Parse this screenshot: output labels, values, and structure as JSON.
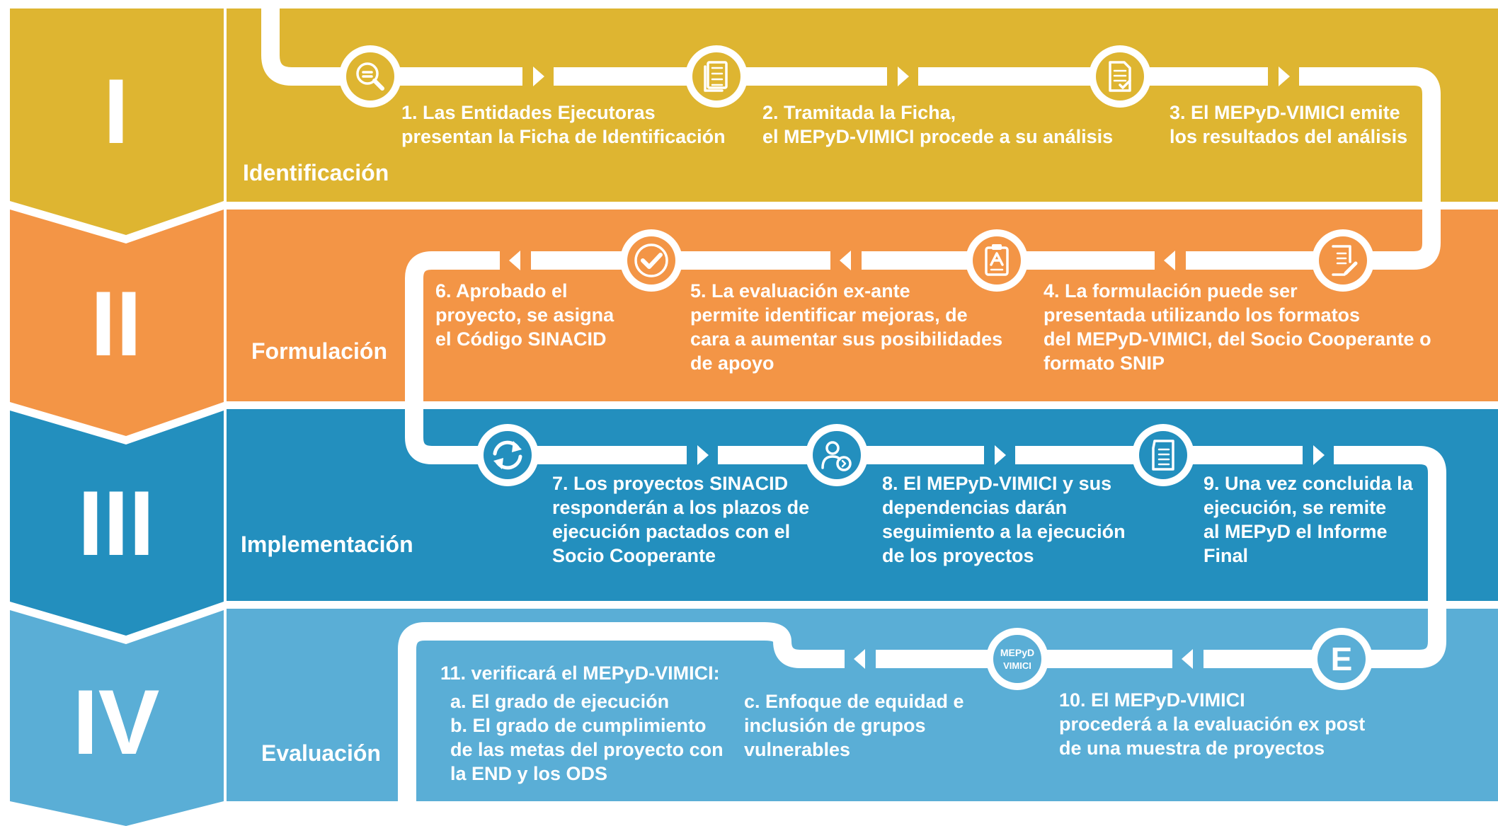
{
  "colors": {
    "identificacion": "#DEB531",
    "formulacion": "#F39546",
    "implementacion": "#238FBE",
    "evaluacion": "#5AAED6",
    "path": "#FFFFFF"
  },
  "stages": [
    {
      "numeral": "I",
      "label": "Identificación"
    },
    {
      "numeral": "II",
      "label": "Formulación"
    },
    {
      "numeral": "III",
      "label": "Implementación"
    },
    {
      "numeral": "IV",
      "label": "Evaluación"
    }
  ],
  "steps": [
    {
      "icon": "search-document-icon",
      "lines": [
        "1. Las Entidades Ejecutoras",
        "presentan la Ficha de Identificación"
      ]
    },
    {
      "icon": "document-stack-icon",
      "lines": [
        "2. Tramitada la Ficha,",
        "el MEPyD-VIMICI procede a su análisis"
      ]
    },
    {
      "icon": "document-check-icon",
      "lines": [
        "3. El MEPyD-VIMICI emite",
        "los resultados del análisis"
      ]
    },
    {
      "icon": "document-edit-icon",
      "lines": [
        "4. La formulación puede ser",
        "presentada utilizando los formatos",
        "del MEPyD-VIMICI, del Socio Cooperante o",
        "formato SNIP"
      ]
    },
    {
      "icon": "clipboard-grade-icon",
      "lines": [
        "5. La evaluación ex-ante",
        "permite identificar mejoras, de",
        "cara a aumentar sus posibilidades",
        "de apoyo"
      ]
    },
    {
      "icon": "checkmark-icon",
      "lines": [
        "6. Aprobado el",
        "proyecto, se asigna",
        "el Código SINACID"
      ]
    },
    {
      "icon": "refresh-icon",
      "lines": [
        "7. Los proyectos SINACID",
        "responderán a los plazos de",
        "ejecución pactados con el",
        "Socio Cooperante"
      ]
    },
    {
      "icon": "person-follow-icon",
      "lines": [
        "8. El MEPyD-VIMICI y sus",
        "dependencias darán",
        "seguimiento a la ejecución",
        "de los proyectos"
      ]
    },
    {
      "icon": "report-document-icon",
      "lines": [
        "9. Una vez concluida la",
        "ejecución, se remite",
        "al MEPyD el Informe",
        "Final"
      ]
    },
    {
      "icon": "letter-e-icon",
      "icon_text": "E",
      "lines": [
        "10. El MEPyD-VIMICI",
        "procederá a la evaluación ex post",
        "de una muestra de proyectos"
      ]
    },
    {
      "icon": "mepyd-logo-icon",
      "icon_text": [
        "MEPyD",
        "VIMICI"
      ],
      "lines": [
        "11. verificará el MEPyD-VIMICI:"
      ]
    }
  ],
  "verification": {
    "items_ab": [
      "a. El grado de ejecución",
      "b. El grado de cumplimiento",
      "de las metas del proyecto con",
      "la END y los ODS"
    ],
    "items_c": [
      "c. Enfoque de equidad e",
      "inclusión de grupos",
      "vulnerables"
    ]
  }
}
